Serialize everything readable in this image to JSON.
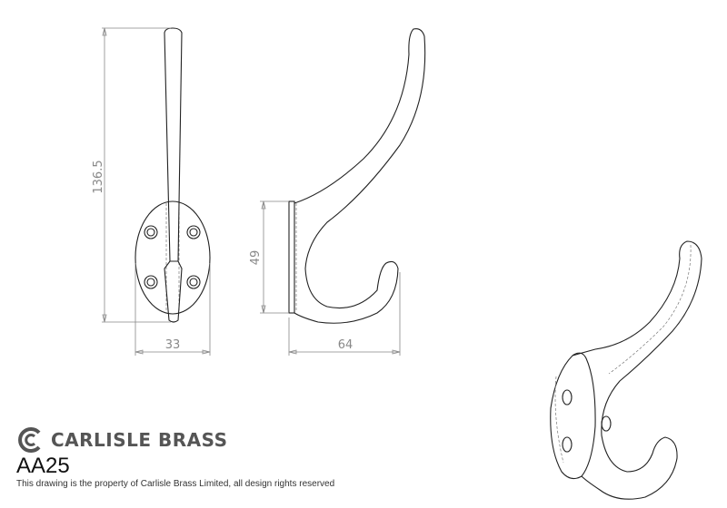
{
  "brand": {
    "name": "CARLISLE BRASS",
    "logo_letter": "C"
  },
  "product_code": "AA25",
  "notice": "This drawing is the property of Carlisle Brass Limited, all design rights reserved",
  "dimensions": {
    "height": "136.5",
    "width": "33",
    "plate_height": "49",
    "projection": "64"
  },
  "colors": {
    "line": "#222222",
    "dimension": "#888888",
    "brand": "#555555"
  }
}
